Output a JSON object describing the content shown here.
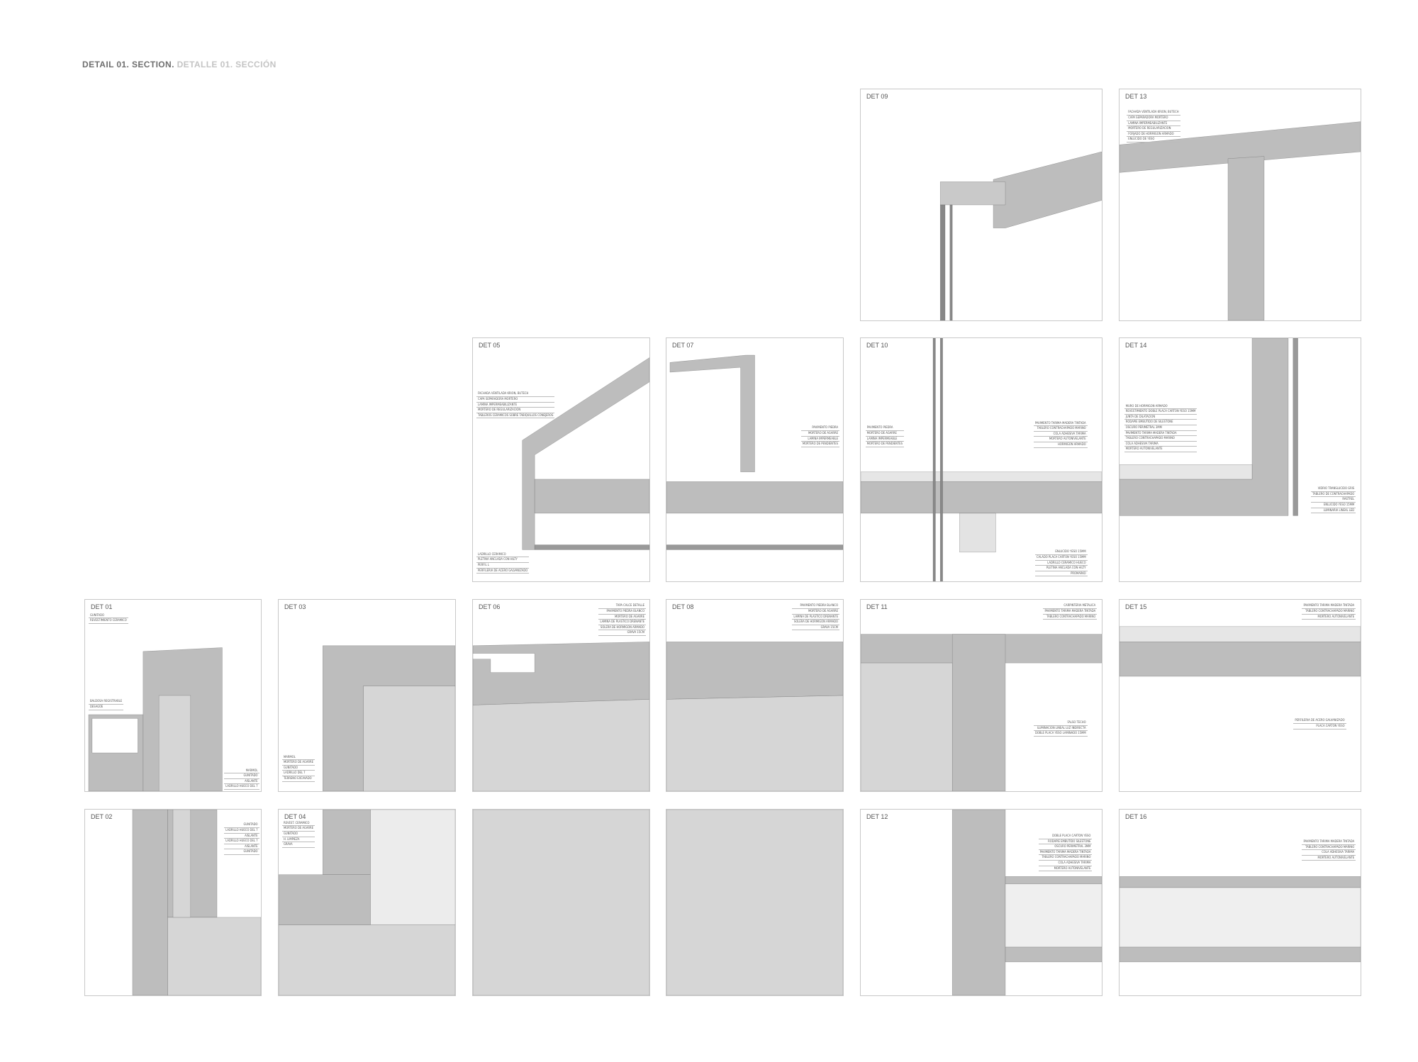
{
  "sheet": {
    "title_en": "DETAIL 01. SECTION.",
    "title_es": "DETALLE 01. SECCIÓN"
  },
  "colors": {
    "concrete": "#bdbdbd",
    "fill_light": "#d6d6d6",
    "frame": "#c8c8c8",
    "line": "#555555"
  },
  "panels": [
    {
      "id": "det09",
      "title": "DET 09",
      "labels": []
    },
    {
      "id": "det13",
      "title": "DET 13",
      "labels": [
        "FACHADA VENTILADA KRION, BUTECH",
        "CAPA SEPARADORA MORTERO",
        "LAMINA IMPERMEABILIZANTE",
        "MORTERO DE REGULARIZACION",
        "FORJADO DE HORMIGON ARMADO",
        "ENLUCIDO DE YESO"
      ]
    },
    {
      "id": "det05",
      "title": "DET 05",
      "labels": [
        "FACHADA VENTILADA KRION, BUTECH",
        "CAPA SEPARADORA MORTERO",
        "LAMINA IMPERMEABILIZANTE",
        "MORTERO DE REGULARIZACION",
        "TABLEROS CERAMICOS SOBRE TABIQUILLOS CONEJEROS"
      ],
      "labels_bottom": [
        "LADRILLO CERAMICO",
        "PLETINA ANCLADA CON HILTY",
        "PERFIL L",
        "PERFILERIA DE ACERO GALVANIZADO"
      ]
    },
    {
      "id": "det07",
      "title": "DET 07",
      "labels": [
        "PAVIMENTO PIEDRA",
        "MORTERO DE AGARRE",
        "LAMINA IMPERMEABLE",
        "MORTERO DE PENDIENTES"
      ]
    },
    {
      "id": "det10",
      "title": "DET 10",
      "labels": [
        "PAVIMENTO PIEDRA",
        "MORTERO DE AGARRE",
        "LAMINA IMPERMEABLE",
        "MORTERO DE PENDIENTES"
      ],
      "labels_right": [
        "PAVIMENTO TARIMA MADERA TINTADA",
        "TABLERO CONTRACHAPADO MARINO",
        "COLA ADHESIVA TARIMA",
        "MORTERO AUTONIVELANTE",
        "HORMIGON ARMADO"
      ],
      "labels_bottom": [
        "ENLUCIDO YESO 15mm",
        "CALADO PLACA CARTON YESO 15mm",
        "LADRILLO CERAMICO HUECO",
        "PLETINA ANCLADA CON HILTY",
        "PROMARKO"
      ]
    },
    {
      "id": "det14",
      "title": "DET 14",
      "labels": [
        "MURO DE HORMIGON ARMADO",
        "REVESTIMIENTO DOBLE PLACA CARTON YESO 15mm",
        "JUNTA DE DILATACION",
        "RODAPIE EMBUTIDO DE SILESTONE",
        "OSCURO PERIMETRAL 3mm",
        "PAVIMENTO TARIMA MADERA TINTADA",
        "TABLERO CONTRACHAPADO MARINO",
        "COLA ADHESIVA TARIMA",
        "MORTERO AUTONIVELANTE"
      ],
      "labels_right": [
        "VIDRIO TRANSLUCIDO GRIS",
        "TABLERO DE CONTRACHAPADO",
        "RASTREL",
        "ENLUCIDO YESO 15mm",
        "LUMINARIA LINEAL LED"
      ]
    },
    {
      "id": "det01",
      "title": "DET 01",
      "labels": [
        "GUNITADO",
        "REVESTIMIENTO CERAMICO"
      ],
      "labels_mid": [
        "BALDOSA REGISTRABLE",
        "DESAGÜE"
      ],
      "labels_right": [
        "MARMOL",
        "GUNITADO",
        "AISLANTE",
        "LADRILLO HUECO DEL 7"
      ]
    },
    {
      "id": "det03",
      "title": "DET 03",
      "labels": [
        "MARMOL",
        "MORTERO DE AGARRE",
        "GUNITADO",
        "LADRILLO DEL 7",
        "TERRENO EXCAVADO"
      ]
    },
    {
      "id": "det06",
      "title": "DET 06",
      "labels_right": [
        "TAPA CALCE DETALLE",
        "PAVIMENTO PIEDRA BLANCO",
        "MORTERO DE AGARRE",
        "LAMINA DE PLASTICO DRENANTE",
        "SOLERA DE HORMIGON ARMADO",
        "GRAVA 15cm"
      ]
    },
    {
      "id": "det08",
      "title": "DET 08",
      "labels_right": [
        "PAVIMENTO PIEDRA BLANCO",
        "MORTERO DE AGARRE",
        "LAMINA DE PLASTICO DRENANTE",
        "SOLERA DE HORMIGON ARMADO",
        "GRAVA 15cm"
      ]
    },
    {
      "id": "det11",
      "title": "DET 11",
      "labels_right": [
        "CARPINTERIA METALICA",
        "PAVIMENTO TARIMA MADERA TINTADA",
        "TABLERO CONTRACHAPADO MARINO"
      ],
      "labels_bottom": [
        "FALSO TECHO",
        "ILUMINACION LINEAL LUZ INDIRECTA",
        "DOBLE PLACA YESO LAMINADO 15MM"
      ]
    },
    {
      "id": "det15",
      "title": "DET 15",
      "labels_right": [
        "PAVIMENTO TARIMA MADERA TINTADA",
        "TABLERO CONTRACHAPADO MARINO",
        "MORTERO AUTONIVELANTE"
      ],
      "labels_bottom": [
        "PERFILERIA DE ACERO GALVANIZADO",
        "PLACA CARTON YESO"
      ]
    },
    {
      "id": "det02",
      "title": "DET 02",
      "labels_right": [
        "GUNITADO",
        "LADRILLO HUECO DEL 7",
        "AISLANTE",
        "LADRILLO HUECO DEL 7",
        "AISLANTE",
        "GUNITADO"
      ]
    },
    {
      "id": "det04",
      "title": "DET 04",
      "labels": [
        "REVEST. CERAMICO",
        "MORTERO DE AGARRE",
        "GUNITADO",
        "H. LIMPIEZA",
        "GRAVA"
      ]
    },
    {
      "id": "blank1",
      "title": ""
    },
    {
      "id": "blank2",
      "title": ""
    },
    {
      "id": "det12",
      "title": "DET 12",
      "labels_right": [
        "DOBLE PLACA CARTON YESO",
        "RODAPIE EMBUTIDO SILESTONE",
        "OSCURO PERIMETRAL 3MM",
        "PAVIMENTO TARIMA MADERA TINTADA",
        "TABLERO CONTRACHAPADO MARINO",
        "COLA ADHESIVA TARIMA",
        "MORTERO AUTONIVELANTE"
      ]
    },
    {
      "id": "det16",
      "title": "DET 16",
      "labels_right": [
        "PAVIMENTO TARIMA MADERA TINTADA",
        "TABLERO CONTRACHAPADO MARINO",
        "COLA ADHESIVA TARIMA",
        "MORTERO AUTONIVELANTE"
      ]
    }
  ]
}
